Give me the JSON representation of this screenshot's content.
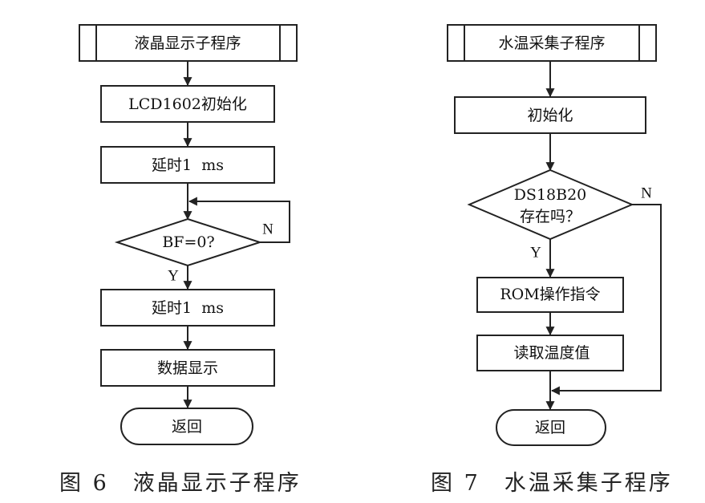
{
  "colors": {
    "stroke": "#222222",
    "text": "#111111",
    "background": "#ffffff"
  },
  "left_flow": {
    "caption": {
      "label": "图 6",
      "title": "液晶显示子程序"
    },
    "start": "液晶显示子程序",
    "init": "LCD1602初始化",
    "delay_1": "延时1  ms",
    "decision": "BF=0?",
    "no_label": "N",
    "yes_label": "Y",
    "delay_2": "延时1  ms",
    "display": "数据显示",
    "end": "返回"
  },
  "right_flow": {
    "caption": {
      "label": "图 7",
      "title": "水温采集子程序"
    },
    "start": "水温采集子程序",
    "init": "初始化",
    "decision_line1": "DS18B20",
    "decision_line2": "存在吗？",
    "no_label": "N",
    "yes_label": "Y",
    "rom_cmd": "ROM操作指令",
    "read_temp": "读取温度值",
    "end": "返回"
  }
}
